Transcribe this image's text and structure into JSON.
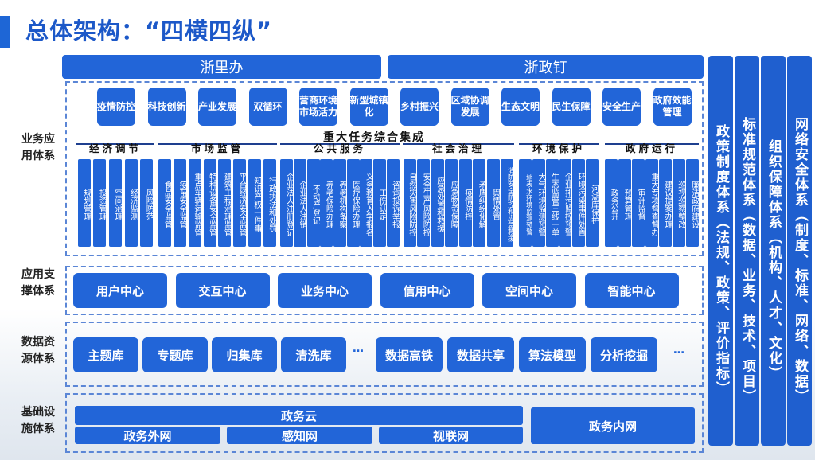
{
  "title": "总体架构：“四横四纵”",
  "top_bars": [
    "浙里办",
    "浙政钉"
  ],
  "left_labels": {
    "business": "业务应用体系",
    "support": "应用支撑体系",
    "data": "数据资源体系",
    "infra": "基础设施体系"
  },
  "apps": [
    "疫情防控",
    "科技创新",
    "产业发展",
    "双循环",
    "营商环境市场活力",
    "新型城镇化",
    "乡村振兴",
    "区域协调发展",
    "生态文明",
    "民生保障",
    "安全生产",
    "政府效能管理"
  ],
  "task_title": "重大任务综合集成",
  "categories": [
    {
      "label": "经济调节",
      "items": [
        "规划管理",
        "投资管理",
        "空间治理",
        "经济监测",
        "风险防范"
      ]
    },
    {
      "label": "市场监管",
      "items": [
        "食品安全监管",
        "疫苗安全监管",
        "重点车辆运输监管",
        "特种设备安全监管",
        "建筑工程治理监管",
        "平台经济安全监管",
        "知识产权一件事",
        "行政执法和处罚"
      ]
    },
    {
      "label": "公共服务",
      "items": [
        "企业法人注册登记",
        "企业法人注销",
        "不动产登记",
        "养老保险办理",
        "养老机构备案",
        "医疗保险办理",
        "义务教育入学报名",
        "工伤认定",
        "咨询投诉举报"
      ]
    },
    {
      "label": "社会治理",
      "items": [
        "自然灾害风险防控",
        "安全生产风险防控",
        "应急处置和救援",
        "应急物资保障",
        "疫情防控",
        "矛盾纠纷化解",
        "舆情处置",
        "消防安全防控和应急救援"
      ]
    },
    {
      "label": "环境保护",
      "items": [
        "地表水环境监测预警",
        "大气环境监测预警",
        "生态监管三线一单",
        "企业排污监控预警",
        "环境污染事件处置",
        "河湖库保护"
      ]
    },
    {
      "label": "政府运行",
      "items": [
        "政务公开",
        "预算管理",
        "审计监督",
        "重大专项督查督办",
        "建议提案办理",
        "巡视巡察整改",
        "廉洁政府建设"
      ]
    }
  ],
  "support": [
    "用户中心",
    "交互中心",
    "业务中心",
    "信用中心",
    "空间中心",
    "智能中心"
  ],
  "data_left": [
    "主题库",
    "专题库",
    "归集库",
    "清洗库"
  ],
  "data_right": [
    "数据高铁",
    "数据共享",
    "算法模型",
    "分析挖掘"
  ],
  "ellipsis": "…",
  "infra": {
    "cloud": "政务云",
    "networks": [
      "政务外网",
      "感知网",
      "视联网"
    ],
    "intranet": "政务内网"
  },
  "pillars": [
    "政策制度体系（法规、政策、评价指标）",
    "标准规范体系（数据、业务、技术、项目）",
    "组织保障体系（机构、人才、文化）",
    "网络安全体系（制度、标准、网络、数据）"
  ]
}
